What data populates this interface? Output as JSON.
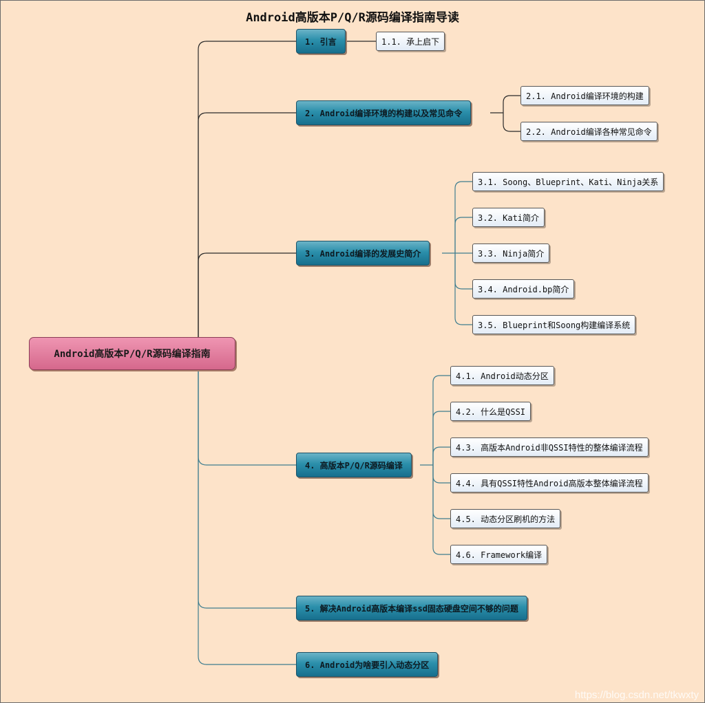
{
  "title": "Android高版本P/Q/R源码编译指南导读",
  "root": "Android高版本P/Q/R源码编译指南",
  "sections": [
    {
      "label": "1. 引言",
      "children": [
        "1.1. 承上启下"
      ]
    },
    {
      "label": "2. Android编译环境的构建以及常见命令",
      "children": [
        "2.1. Android编译环境的构建",
        "2.2. Android编译各种常见命令"
      ]
    },
    {
      "label": "3. Android编译的发展史简介",
      "children": [
        "3.1. Soong、Blueprint、Kati、Ninja关系",
        "3.2. Kati简介",
        "3.3. Ninja简介",
        "3.4. Android.bp简介",
        "3.5. Blueprint和Soong构建编译系统"
      ]
    },
    {
      "label": "4. 高版本P/Q/R源码编译",
      "children": [
        "4.1. Android动态分区",
        "4.2. 什么是QSSI",
        "4.3. 高版本Android非QSSI特性的整体编译流程",
        "4.4. 具有QSSI特性Android高版本整体编译流程",
        "4.5. 动态分区刷机的方法",
        "4.6. Framework编译"
      ]
    },
    {
      "label": "5. 解决Android高版本编译ssd固态硬盘空间不够的问题",
      "children": []
    },
    {
      "label": "6. Android为啥要引入动态分区",
      "children": []
    }
  ],
  "watermark": "https://blog.csdn.net/tkwxty",
  "colors": {
    "background": "#fde3c9",
    "root": "#e07a9c",
    "main": "#2b8fab",
    "line_dark": "#2a2a2a",
    "line_teal": "#3e7d8f"
  }
}
